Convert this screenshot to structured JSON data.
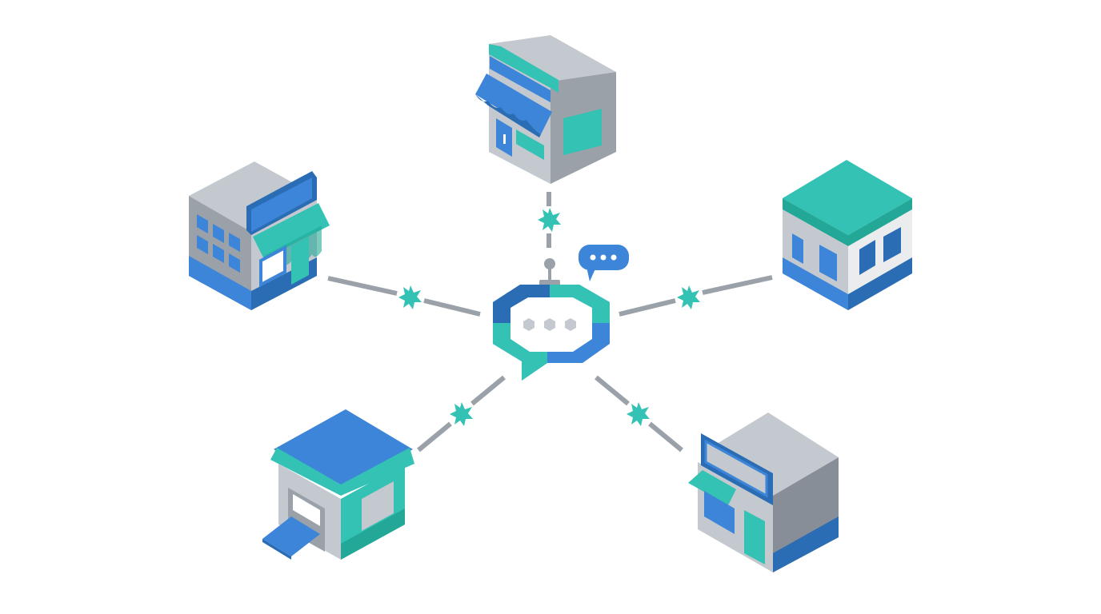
{
  "diagram": {
    "hub": {
      "icon": "chatbot-speech-bubble-icon",
      "reply_icon": "chat-reply-bubble-icon"
    },
    "nodes": [
      {
        "id": "store-top",
        "icon": "storefront-awning-icon"
      },
      {
        "id": "store-left",
        "icon": "office-building-awning-icon"
      },
      {
        "id": "store-right",
        "icon": "warehouse-building-icon"
      },
      {
        "id": "store-bottom-left",
        "icon": "market-stall-icon"
      },
      {
        "id": "store-bottom-right",
        "icon": "shop-sign-building-icon"
      }
    ],
    "connector": {
      "icon": "sparkle-star-icon"
    }
  },
  "colors": {
    "blue": "#3d85d8",
    "dark_blue": "#2a6db5",
    "teal": "#33c2b3",
    "dark_teal": "#23a898",
    "light_gray": "#c4c9cf",
    "mid_gray": "#9aa1a9",
    "dark_gray": "#878e97",
    "line_gray": "#9aa1a9"
  }
}
